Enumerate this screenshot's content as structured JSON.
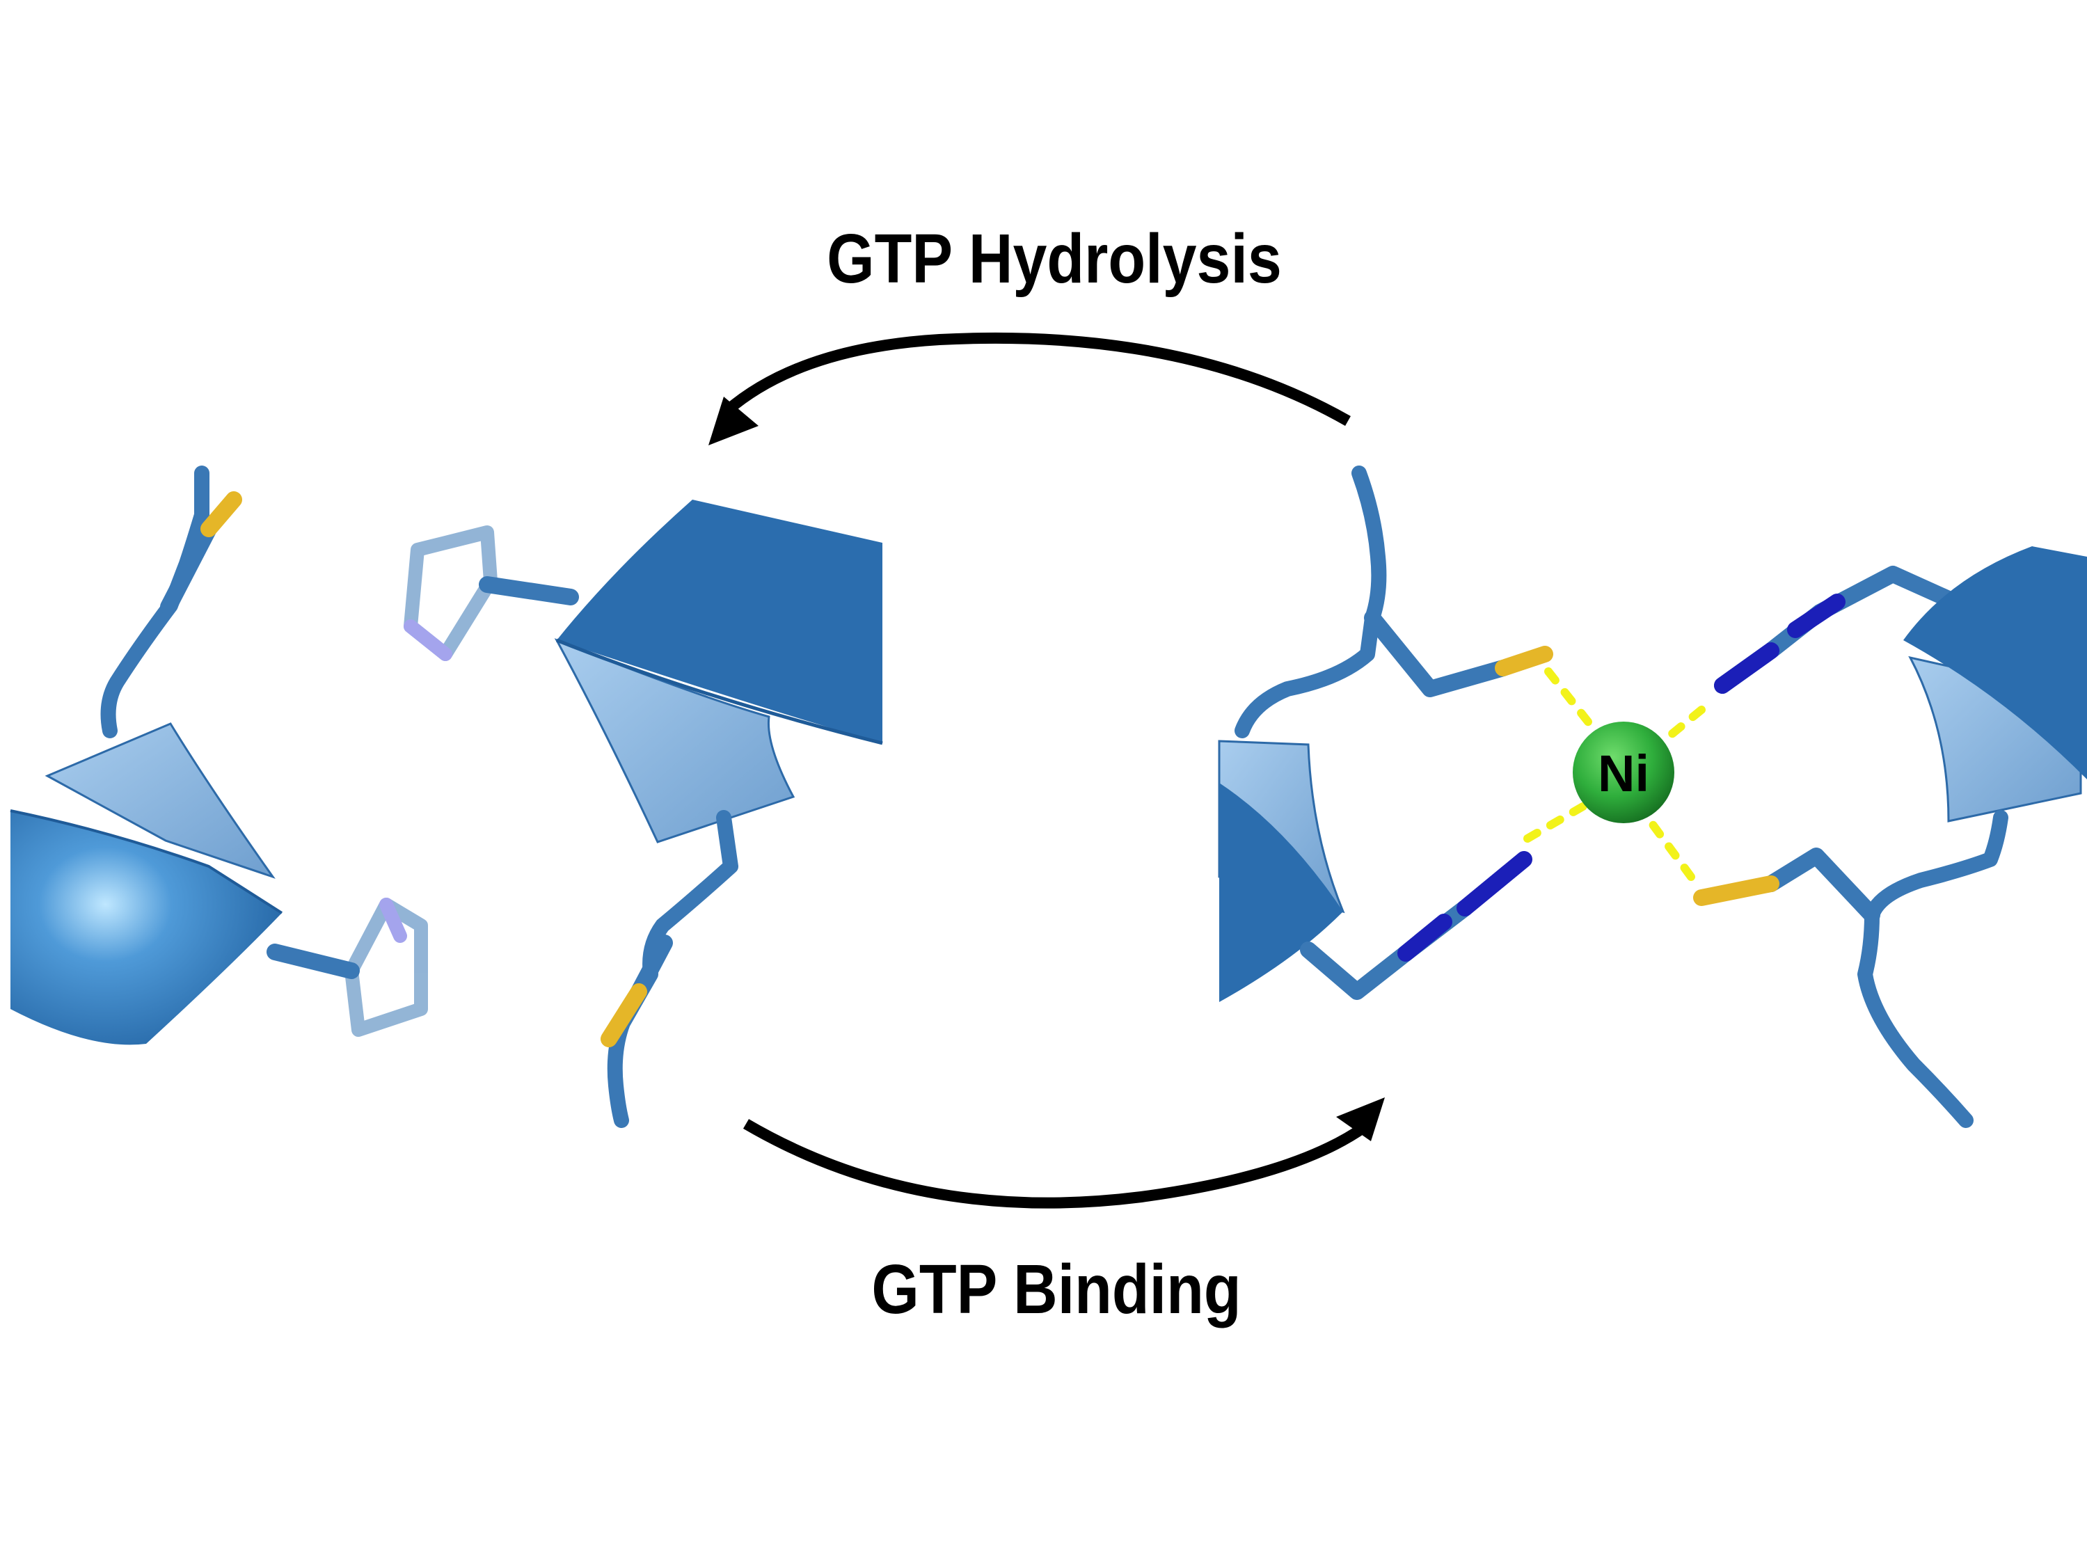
{
  "labels": {
    "top": "GTP Hydrolysis",
    "bottom": "GTP Binding",
    "metal": "Ni"
  },
  "colors": {
    "protein": "#3a78b5",
    "helix_dark": "#2a67a6",
    "helix_light": "#8cb6de",
    "sulfur": "#e5b628",
    "nitrogen": "#1b1fb8",
    "nickel": "#2fae3c",
    "coordination_bond": "#f2f21a",
    "arrow": "#000000"
  },
  "panels": [
    {
      "state": "apo",
      "metal_bound": false
    },
    {
      "state": "nickel-bound",
      "metal_bound": true
    }
  ]
}
